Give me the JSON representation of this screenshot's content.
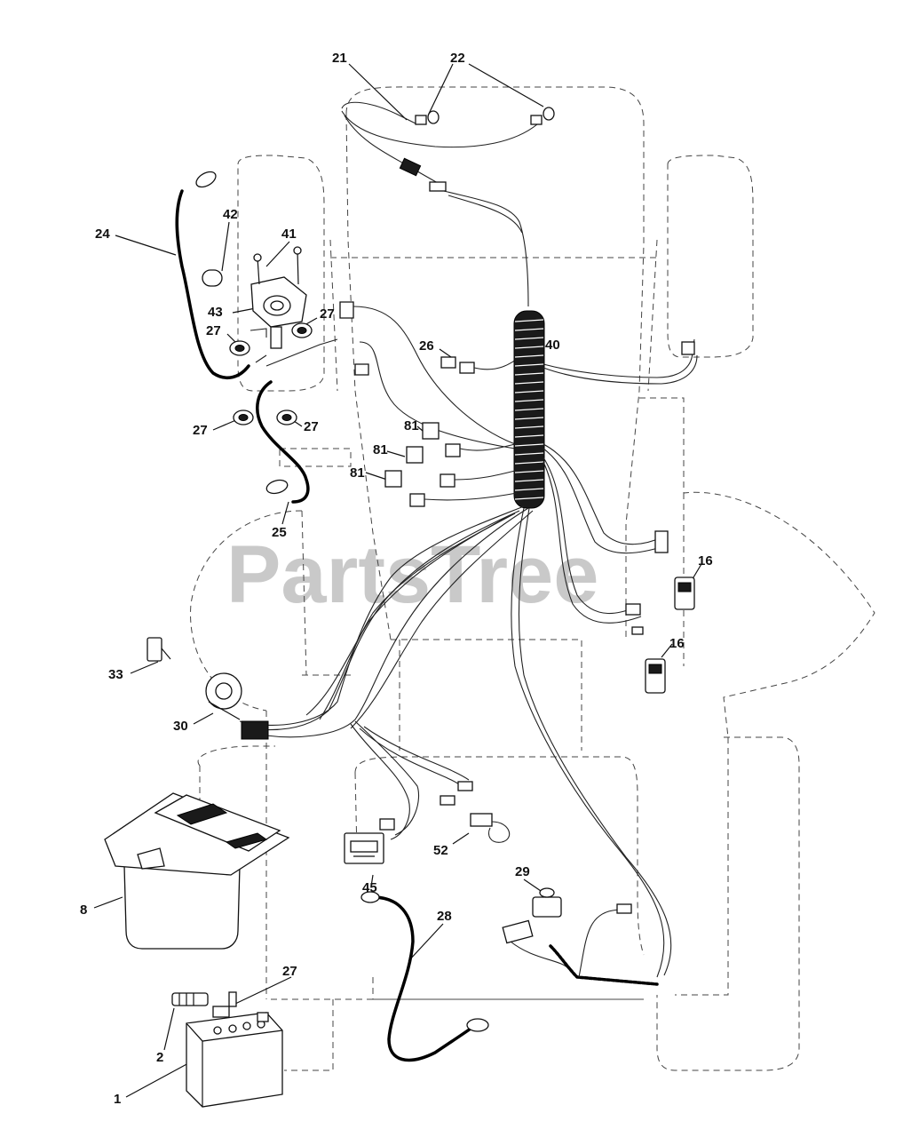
{
  "watermark": "PartsTree",
  "callouts": {
    "c21": "21",
    "c22": "22",
    "c24": "24",
    "c42": "42",
    "c41": "41",
    "c43": "43",
    "c27a": "27",
    "c27b": "27",
    "c27c": "27",
    "c27d": "27",
    "c27e": "27",
    "c26": "26",
    "c40": "40",
    "c81a": "81",
    "c81b": "81",
    "c81c": "81",
    "c25": "25",
    "c16a": "16",
    "c16b": "16",
    "c33": "33",
    "c30": "30",
    "c8": "8",
    "c52": "52",
    "c45": "45",
    "c29": "29",
    "c28": "28",
    "c2": "2",
    "c1": "1"
  }
}
